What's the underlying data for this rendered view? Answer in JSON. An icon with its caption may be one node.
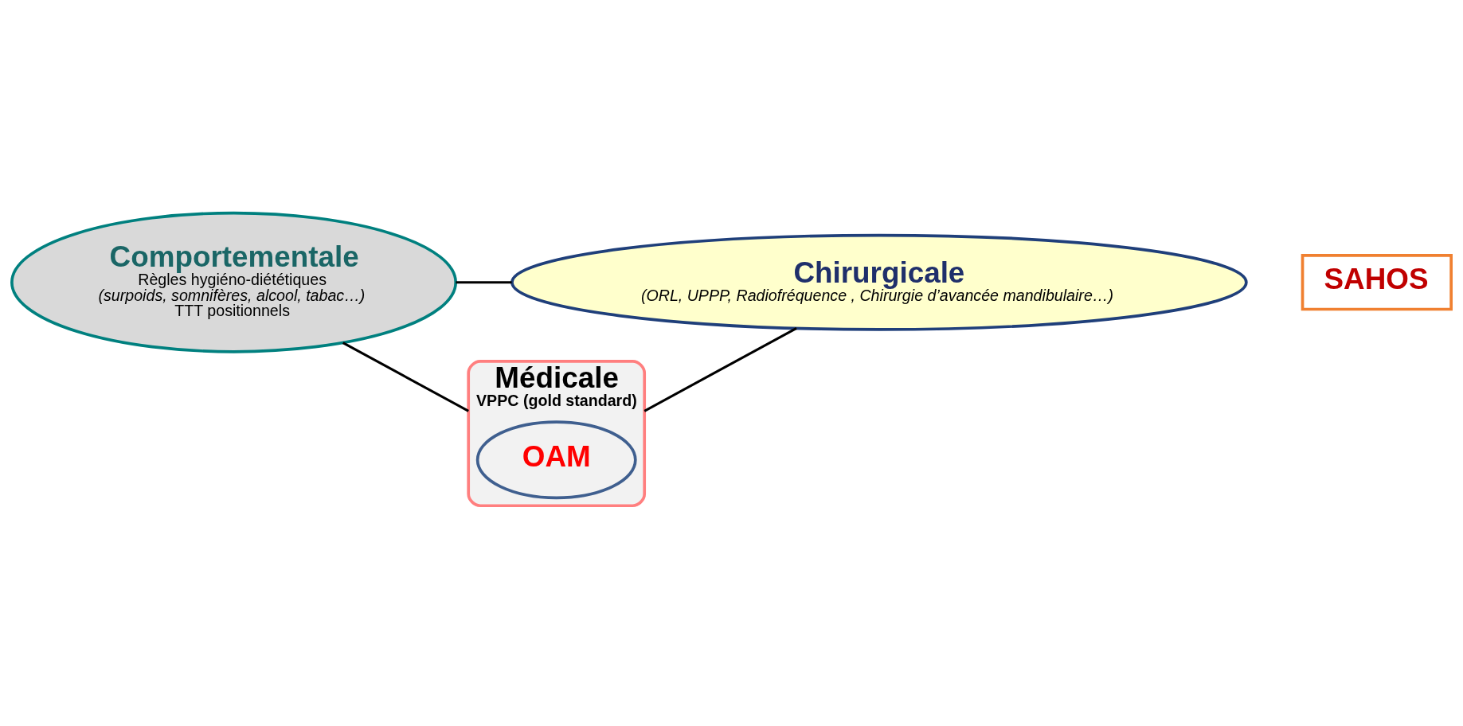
{
  "diagram": {
    "nodes": [
      {
        "text": [
          "Comportementale",
          "Règles hygiéno-diététiques",
          "(surpoids, somnifères, alcool, tabac…)",
          "TTT positionnels"
        ]
      },
      {
        "text": [
          "Chirurgicale",
          "(ORL, UPPP, Radiofréquence , Chirurgie d’avancée mandibulaire…)"
        ]
      },
      {
        "text": [
          "SAHOS"
        ]
      },
      {
        "text": [
          "Médicale",
          "VPPC (gold standard)"
        ]
      },
      {
        "text": [
          "OAM"
        ],
        "in": 3
      }
    ],
    "edges": [
      {
        "from": 0,
        "to": 1,
        "arrow": "none"
      },
      {
        "from": 0,
        "to": 3,
        "arrow": "none"
      },
      {
        "from": 1,
        "to": 3,
        "arrow": "none"
      }
    ]
  }
}
